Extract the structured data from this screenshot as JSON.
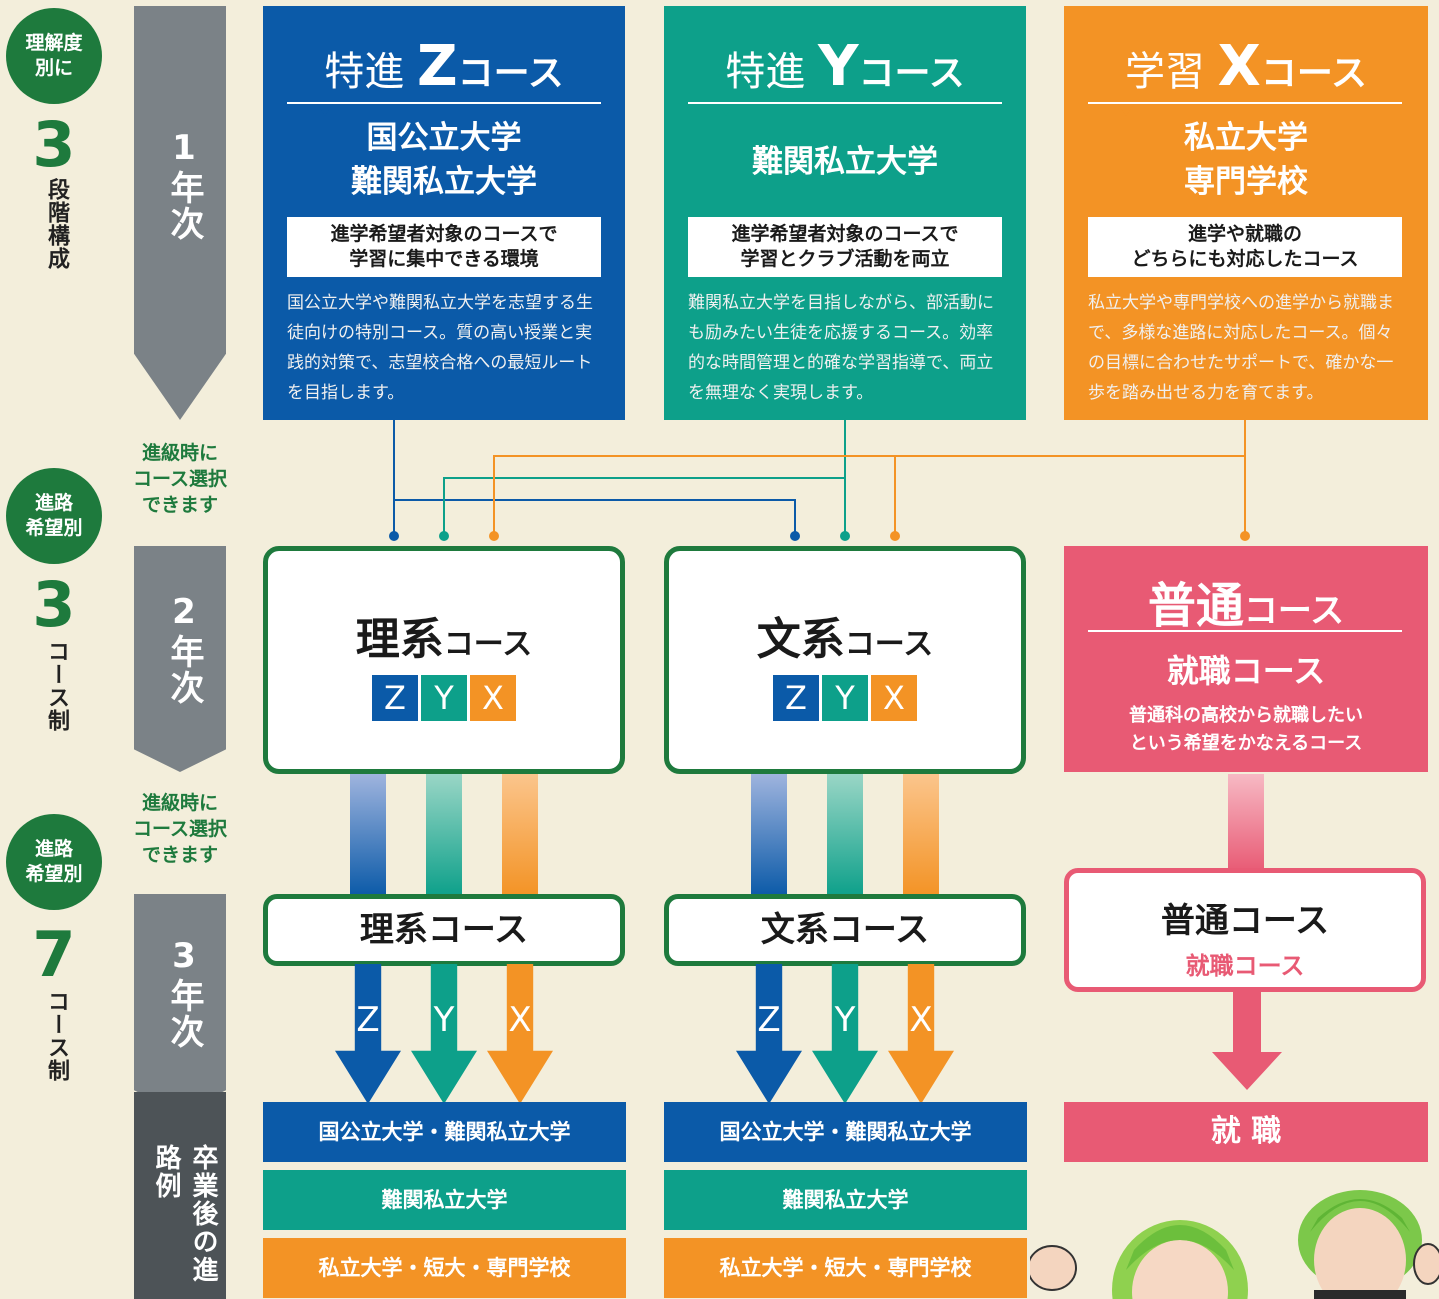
{
  "left": {
    "circle1": "理解度\n別に",
    "num1": "3",
    "vtext1": "段階構成",
    "circle2": "進路\n希望別",
    "num2": "3",
    "vtext2": "コース制",
    "circle3": "進路\n希望別",
    "num3": "7",
    "vtext3": "コース制",
    "year1": "1年次",
    "year2": "2年次",
    "year3": "3年次",
    "graduate": "卒業後の進路例",
    "note1": "進級時に\nコース選択\nできます",
    "note2": "進級時に\nコース選択\nできます"
  },
  "colors": {
    "blue": "#0b5aa8",
    "teal": "#0da08a",
    "orange": "#f39325",
    "pink": "#e85a74",
    "green": "#1e7a3d"
  },
  "courses": [
    {
      "prefix": "特進",
      "letter": "Z",
      "suffix": "コース",
      "heading": "国公立大学\n難関私立大学",
      "tagline": "進学希望者対象のコースで\n学習に集中できる環境",
      "desc": "国公立大学や難関私立大学を志望する生徒向けの特別コース。質の高い授業と実践的対策で、志望校合格への最短ルートを目指します。"
    },
    {
      "prefix": "特進",
      "letter": "Y",
      "suffix": "コース",
      "heading": "難関私立大学",
      "tagline": "進学希望者対象のコースで\n学習とクラブ活動を両立",
      "desc": "難関私立大学を目指しながら、部活動にも励みたい生徒を応援するコース。効率的な時間管理と的確な学習指導で、両立を無理なく実現します。"
    },
    {
      "prefix": "学習",
      "letter": "X",
      "suffix": "コース",
      "heading": "私立大学\n専門学校",
      "tagline": "進学や就職の\nどちらにも対応したコース",
      "desc": "私立大学や専門学校への進学から就職まで、多様な進路に対応したコース。個々の目標に合わせたサポートで、確かな一歩を踏み出せる力を育てます。"
    }
  ],
  "year2": {
    "science": {
      "main": "理系",
      "suffix": "コース",
      "chips": [
        "Z",
        "Y",
        "X"
      ]
    },
    "arts": {
      "main": "文系",
      "suffix": "コース",
      "chips": [
        "Z",
        "Y",
        "X"
      ]
    },
    "general": {
      "main": "普通",
      "suffix": "コース",
      "sub": "就職コース",
      "desc": "普通科の高校から就職したい\nという希望をかなえるコース"
    }
  },
  "year3": {
    "science": "理系コース",
    "arts": "文系コース",
    "general_main": "普通コース",
    "general_sub": "就職コース",
    "arrows": [
      "Z",
      "Y",
      "X"
    ]
  },
  "outcomes": {
    "row1": "国公立大学・難関私立大学",
    "row2": "難関私立大学",
    "row3": "私立大学・短大・専門学校",
    "employment": "就 職"
  }
}
